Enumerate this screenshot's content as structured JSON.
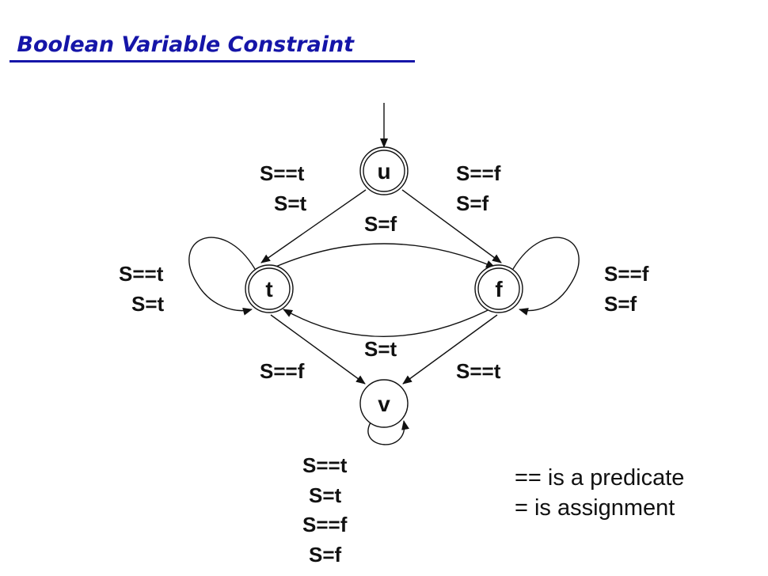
{
  "title": " Boolean Variable Constraint",
  "nodes": {
    "u": "u",
    "t": "t",
    "f": "f",
    "v": "v"
  },
  "edges": {
    "u_to_t": {
      "predicate": "S==t",
      "assignment": "S=t"
    },
    "u_to_f": {
      "predicate": "S==f",
      "assignment": "S=f"
    },
    "t_to_f": {
      "assignment": "S=f"
    },
    "f_to_t": {
      "assignment": "S=t"
    },
    "t_self": {
      "predicate": "S==t",
      "assignment": "S=t"
    },
    "f_self": {
      "predicate": "S==f",
      "assignment": "S=f"
    },
    "t_to_v": {
      "predicate": "S==f"
    },
    "f_to_v": {
      "predicate": "S==t"
    },
    "v_self": {
      "lines": [
        "S==t",
        "S=t",
        "S==f",
        "S=f"
      ]
    }
  },
  "legend": {
    "line1": "== is a predicate",
    "line2": "= is assignment"
  }
}
